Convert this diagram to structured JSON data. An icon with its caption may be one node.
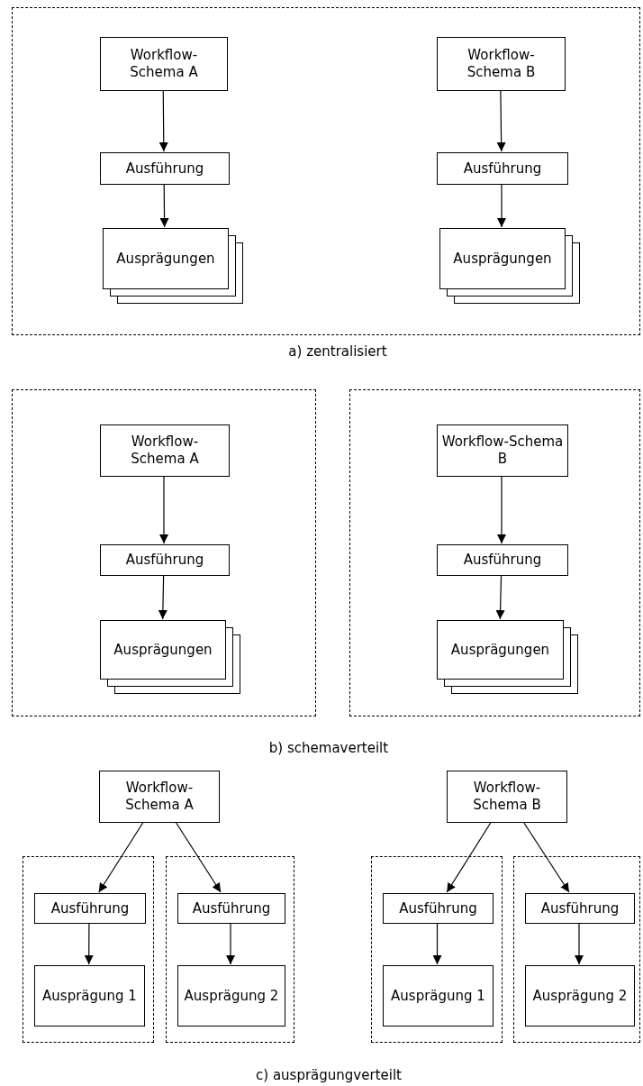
{
  "diagram": {
    "nodes": [
      {
        "text": [],
        "shape": "box"
      },
      {
        "text": [
          "Workflow-Schema A"
        ],
        "in": 0
      },
      {
        "text": [
          "Ausführung"
        ],
        "in": 0
      },
      {
        "text": [
          "Ausprägungen"
        ],
        "in": 0
      },
      {
        "text": [
          "Workflow-Schema B"
        ],
        "in": 0
      },
      {
        "text": [
          "Ausführung"
        ],
        "in": 0
      },
      {
        "text": [
          "Ausprägungen"
        ],
        "in": 0
      },
      {
        "text": [],
        "shape": "box"
      },
      {
        "text": [
          "Workflow-Schema A"
        ],
        "in": 7
      },
      {
        "text": [
          "Ausführung"
        ],
        "in": 7
      },
      {
        "text": [
          "Ausprägungen"
        ],
        "in": 7
      },
      {
        "text": [],
        "shape": "box"
      },
      {
        "text": [
          "Workflow-Schema B"
        ],
        "in": 11
      },
      {
        "text": [
          "Ausführung"
        ],
        "in": 11
      },
      {
        "text": [
          "Ausprägungen"
        ],
        "in": 11
      },
      {
        "text": [
          "Workflow-Schema A"
        ]
      },
      {
        "text": [],
        "shape": "box"
      },
      {
        "text": [
          "Ausführung"
        ],
        "in": 16
      },
      {
        "text": [
          "Ausprägung 1"
        ],
        "in": 16
      },
      {
        "text": [],
        "shape": "box"
      },
      {
        "text": [
          "Ausführung"
        ],
        "in": 19
      },
      {
        "text": [
          "Ausprägung 2"
        ],
        "in": 19
      },
      {
        "text": [
          "Workflow-Schema B"
        ]
      },
      {
        "text": [],
        "shape": "box"
      },
      {
        "text": [
          "Ausführung"
        ],
        "in": 23
      },
      {
        "text": [
          "Ausprägung 1"
        ],
        "in": 23
      },
      {
        "text": [],
        "shape": "box"
      },
      {
        "text": [
          "Ausführung"
        ],
        "in": 26
      },
      {
        "text": [
          "Ausprägung 2"
        ],
        "in": 26
      }
    ],
    "edges": [
      {
        "from": 1,
        "to": 2,
        "arrow": "to"
      },
      {
        "from": 2,
        "to": 3,
        "arrow": "to"
      },
      {
        "from": 4,
        "to": 5,
        "arrow": "to"
      },
      {
        "from": 5,
        "to": 6,
        "arrow": "to"
      },
      {
        "from": 8,
        "to": 9,
        "arrow": "to"
      },
      {
        "from": 9,
        "to": 10,
        "arrow": "to"
      },
      {
        "from": 12,
        "to": 13,
        "arrow": "to"
      },
      {
        "from": 13,
        "to": 14,
        "arrow": "to"
      },
      {
        "from": 15,
        "to": 17,
        "arrow": "to"
      },
      {
        "from": 15,
        "to": 20,
        "arrow": "to"
      },
      {
        "from": 17,
        "to": 18,
        "arrow": "to"
      },
      {
        "from": 20,
        "to": 21,
        "arrow": "to"
      },
      {
        "from": 22,
        "to": 24,
        "arrow": "to"
      },
      {
        "from": 22,
        "to": 27,
        "arrow": "to"
      },
      {
        "from": 24,
        "to": 25,
        "arrow": "to"
      },
      {
        "from": 27,
        "to": 28,
        "arrow": "to"
      }
    ],
    "labels": [
      "a) zentralisiert",
      "b) schemaverteilt",
      "c) ausprägungverteilt"
    ]
  }
}
